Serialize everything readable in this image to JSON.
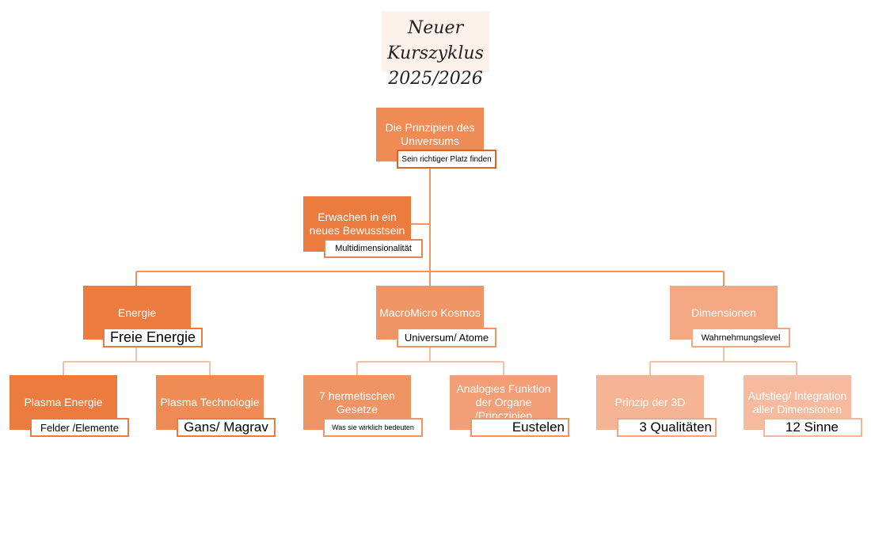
{
  "title": {
    "line1": "Neuer Kurszyklus",
    "line2": "2025/2026"
  },
  "nodes": {
    "root": {
      "label": "Die Prinzipien des Universums",
      "sub": "Sein richtiger Platz finden"
    },
    "awaken": {
      "label": "Erwachen in ein neues Bewusstsein",
      "sub": "Multidimensionalität"
    },
    "energie": {
      "label": "Energie",
      "sub": "Freie Energie"
    },
    "macro": {
      "label": "MacroMicro Kosmos",
      "sub": "Universum/ Atome"
    },
    "dim": {
      "label": "Dimensionen",
      "sub": "Wahrnehmungslevel"
    },
    "plasma_e": {
      "label": "Plasma Energie",
      "sub": "Felder /Elemente"
    },
    "plasma_t": {
      "label": "Plasma Technologie",
      "sub": "Gans/ Magrav"
    },
    "herm": {
      "label": "7 hermetischen Gesetze",
      "sub": "Was sie wirklich bedeuten"
    },
    "analog": {
      "label": "Analogies Funktion der Organe /Princzipien",
      "sub": "Eustelen"
    },
    "p3d": {
      "label": "Prinzip der 3D",
      "sub": "3 Qualitäten"
    },
    "aufstieg": {
      "label": "Aufstieg/ Integration aller Dimensionen",
      "sub": "12 Sinne"
    }
  },
  "colors": {
    "dark": "#eb7b3f",
    "mid": "#ef9464",
    "light": "#f3a782",
    "lighter": "#f6b798",
    "line": "#f0a07a"
  }
}
